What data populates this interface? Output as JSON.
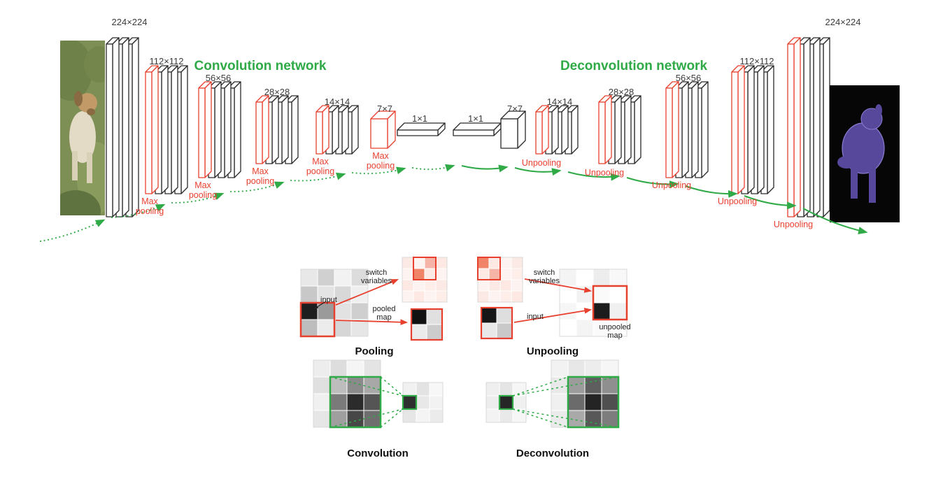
{
  "figure": {
    "conv_network_title": "Convolution network",
    "deconv_network_title": "Deconvolution network",
    "max_pooling": "Max pooling",
    "unpooling": "Unpooling",
    "sizes": {
      "s224": "224×224",
      "s112": "112×112",
      "s56": "56×56",
      "s28": "28×28",
      "s14": "14×14",
      "s7": "7×7",
      "s1": "1×1"
    },
    "colors": {
      "green": "#2faa47",
      "red": "#e8402f",
      "outline": "#2a2a2a",
      "mask_purple": "#57489b"
    }
  },
  "legend": {
    "pooling": {
      "title": "Pooling",
      "input": "input",
      "switch_variables": "switch variables",
      "pooled_map": "pooled map"
    },
    "unpooling": {
      "title": "Unpooling",
      "switch_variables": "switch variables",
      "input": "input",
      "unpooled_map": "unpooled map"
    },
    "convolution": {
      "title": "Convolution"
    },
    "deconvolution": {
      "title": "Deconvolution"
    }
  }
}
